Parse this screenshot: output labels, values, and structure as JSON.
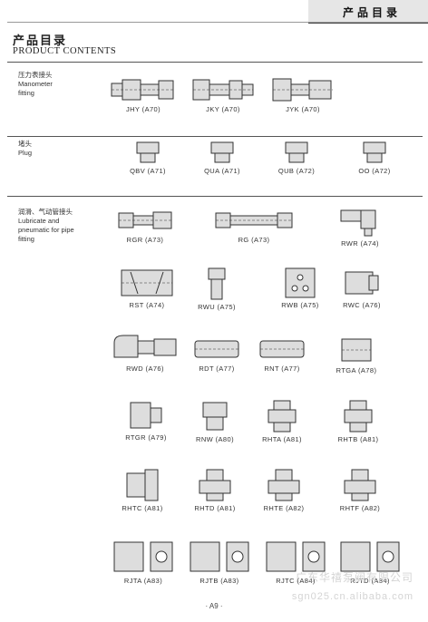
{
  "header": {
    "right_title": "产品目录"
  },
  "title": {
    "zh": "产品目录",
    "en": "PRODUCT CONTENTS"
  },
  "categories": [
    {
      "zh": "压力表接头",
      "en1": "Manometer",
      "en2": "fitting",
      "en3": ""
    },
    {
      "zh": "堵头",
      "en1": "Plug",
      "en2": "",
      "en3": ""
    },
    {
      "zh": "润滑、气动管接头",
      "en1": "Lubricate and",
      "en2": "pneumatic for pipe",
      "en3": "fitting"
    }
  ],
  "items": [
    "JHY (A70)",
    "JKY (A70)",
    "JYK (A70)",
    "QBV (A71)",
    "QUA (A71)",
    "QUB (A72)",
    "OO (A72)",
    "RGR (A73)",
    "RG (A73)",
    "RWR (A74)",
    "RST (A74)",
    "RWU (A75)",
    "RWB (A75)",
    "RWC (A76)",
    "RWD (A76)",
    "RDT (A77)",
    "RNT (A77)",
    "RTGA (A78)",
    "RTGR (A79)",
    "RNW (A80)",
    "RHTA (A81)",
    "RHTB (A81)",
    "RHTC (A81)",
    "RHTD (A81)",
    "RHTE (A82)",
    "RHTF (A82)",
    "RJTA (A83)",
    "RJTB (A83)",
    "RJTC (A84)",
    "RJTD (A84)"
  ],
  "footer": {
    "page": "· A9 ·"
  },
  "watermark": {
    "line1": "广东华禧泵阀有限公司",
    "line2": "sgn025.cn.alibaba.com"
  }
}
